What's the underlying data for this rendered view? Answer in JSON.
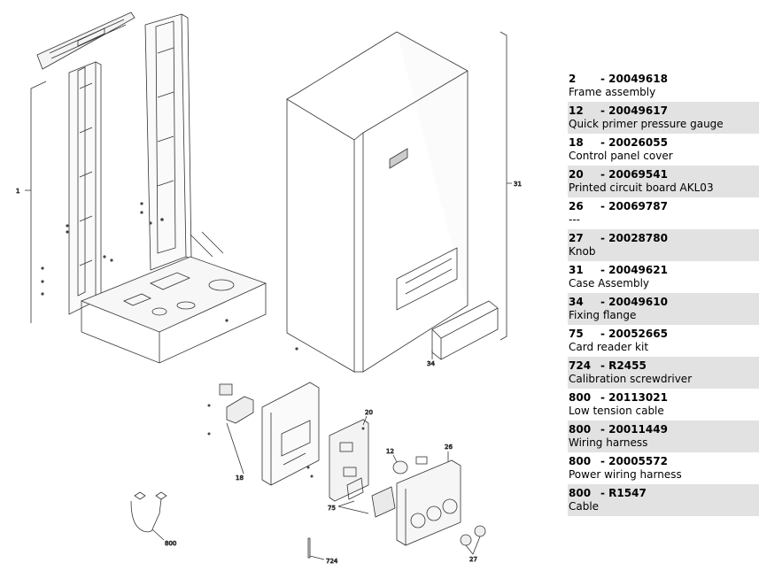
{
  "diagram": {
    "callouts": {
      "c1": "1",
      "c31": "31",
      "c34": "34",
      "c20": "20",
      "c12": "12",
      "c26": "26",
      "c18": "18",
      "c75": "75",
      "c800": "800",
      "c27": "27",
      "c724": "724"
    }
  },
  "parts": [
    {
      "pos": "2",
      "code": "-  20049618",
      "desc": "Frame assembly"
    },
    {
      "pos": "12",
      "code": "-  20049617",
      "desc": "Quick primer pressure gauge"
    },
    {
      "pos": "18",
      "code": "-  20026055",
      "desc": "Control panel cover"
    },
    {
      "pos": "20",
      "code": "-  20069541",
      "desc": "Printed circuit board AKL03"
    },
    {
      "pos": "26",
      "code": "-  20069787",
      "desc": "---"
    },
    {
      "pos": "27",
      "code": "-  20028780",
      "desc": "Knob"
    },
    {
      "pos": "31",
      "code": "-  20049621",
      "desc": "Case Assembly"
    },
    {
      "pos": "34",
      "code": "-  20049610",
      "desc": "Fixing flange"
    },
    {
      "pos": "75",
      "code": "-  20052665",
      "desc": "Card reader kit"
    },
    {
      "pos": "724",
      "code": "-  R2455",
      "desc": "Calibration screwdriver"
    },
    {
      "pos": "800",
      "code": "-  20113021",
      "desc": "Low tension cable"
    },
    {
      "pos": "800",
      "code": "-  20011449",
      "desc": "Wiring harness"
    },
    {
      "pos": "800",
      "code": "-  20005572",
      "desc": "Power wiring harness"
    },
    {
      "pos": "800",
      "code": "-  R1547",
      "desc": "Cable"
    }
  ]
}
